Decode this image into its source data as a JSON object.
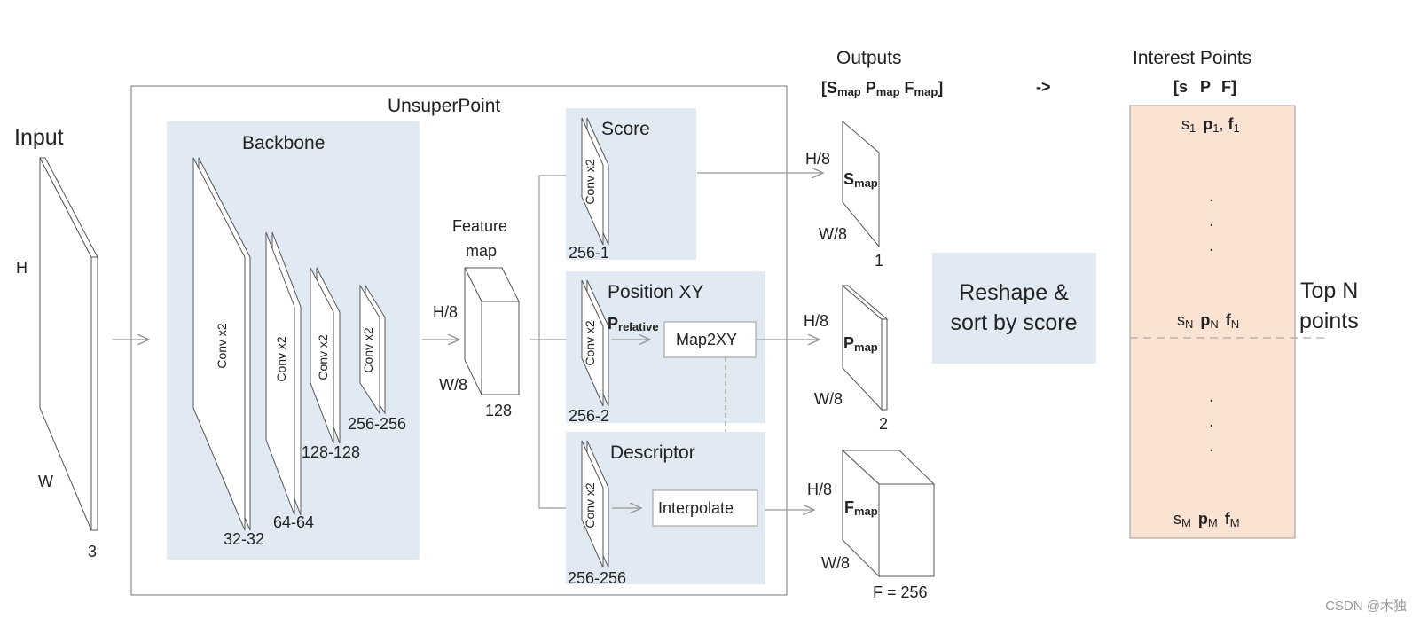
{
  "labels": {
    "input": "Input",
    "h": "H",
    "w": "W",
    "three": "3",
    "unsuperpoint": "UnsuperPoint",
    "backbone": "Backbone",
    "conv": "Conv x2",
    "ch_32": "32-32",
    "ch_64": "64-64",
    "ch_128": "128-128",
    "ch_256": "256-256",
    "feature_map": "Feature",
    "feature_map2": "map",
    "h8": "H/8",
    "w8": "W/8",
    "c128": "128",
    "score": "Score",
    "s_out": "256-1",
    "position": "Position XY",
    "p_relative": "P",
    "p_relative_sub": "relative",
    "map2xy": "Map2XY",
    "p_out": "256-2",
    "descriptor": "Descriptor",
    "interpolate": "Interpolate",
    "d_out": "256-256",
    "outputs": "Outputs",
    "s_map": "S",
    "p_map": "P",
    "f_map": "F",
    "map_sub": "map",
    "c1": "1",
    "c2": "2",
    "f256": "F = 256",
    "arrow_text": "->",
    "reshape": "Reshape &",
    "sort": "sort by score",
    "interest": "Interest Points",
    "col_s": "[s",
    "col_p": "P",
    "col_f": "F]",
    "row1_s": "s",
    "row1_p": "p",
    "row1_f": "f",
    "row1_sub": "1",
    "rowN_sub": "N",
    "rowM_sub": "M",
    "dot": ".",
    "top": "Top N",
    "points": "points",
    "watermark": "CSDN @木独"
  },
  "colors": {
    "panel_blue": "#e1eaf3",
    "panel_peach": "#fbe3d3",
    "arrow_gray": "#999999"
  }
}
